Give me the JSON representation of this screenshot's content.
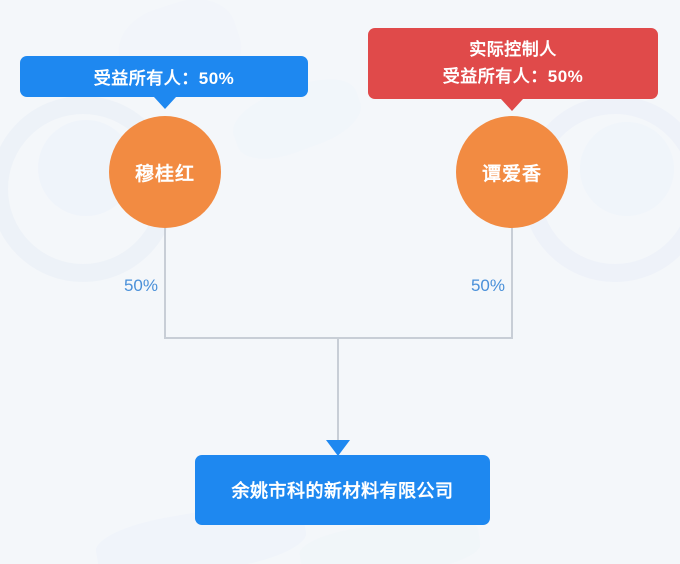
{
  "diagram": {
    "type": "ownership-structure-chart",
    "background_color": "#f4f7fa",
    "owners": [
      {
        "id": "owner-left",
        "badge": {
          "lines": [
            "受益所有人：50%"
          ],
          "color": "#1e88f0",
          "style": "blue"
        },
        "name": "穆桂红",
        "circle_color": "#f28b42",
        "stake": "50%"
      },
      {
        "id": "owner-right",
        "badge": {
          "lines": [
            "实际控制人",
            "受益所有人：50%"
          ],
          "color": "#e04a4a",
          "style": "red"
        },
        "name": "谭爱香",
        "circle_color": "#f28b42",
        "stake": "50%"
      }
    ],
    "company": {
      "name": "余姚市科的新材料有限公司",
      "color": "#1e88f0"
    },
    "connector": {
      "line_color": "#c8ced6",
      "arrow_color": "#1e88f0",
      "label_color": "#4a90d9"
    }
  }
}
